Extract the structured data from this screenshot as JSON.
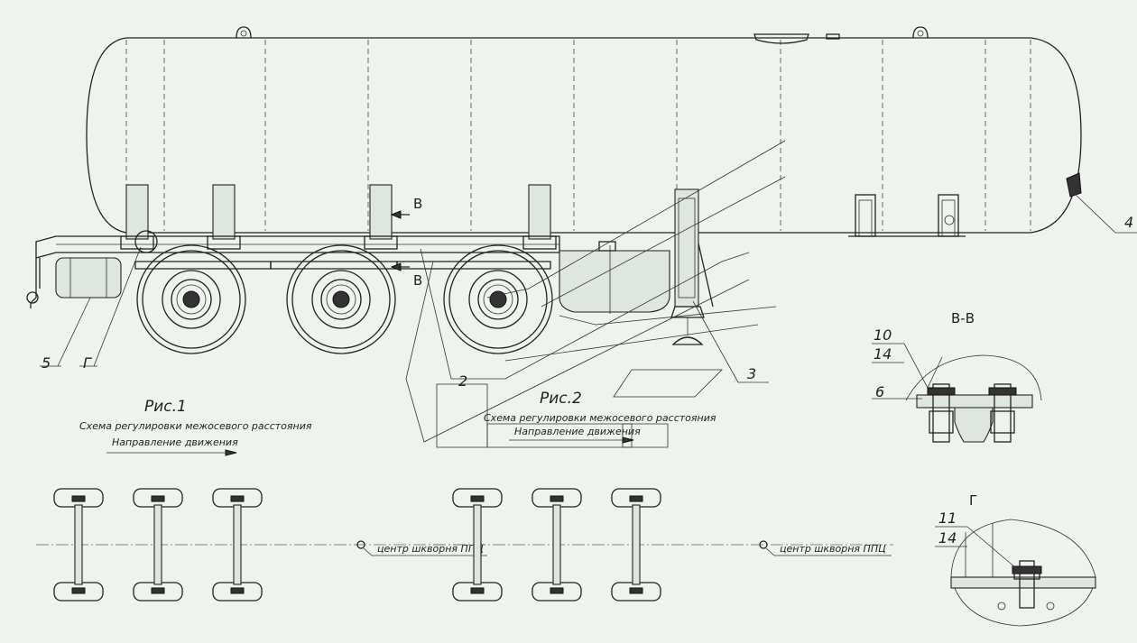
{
  "callouts": {
    "c2": "2",
    "c3": "3",
    "c4": "4",
    "c5": "5",
    "g": "Г",
    "b_top": "В",
    "b_bottom": "В"
  },
  "fig1": {
    "title": "Рис.1",
    "subtitle": "Схема регулировки межосевого расстояния",
    "direction": "Направление движения",
    "kingpin": "центр шкворня ППЦ"
  },
  "fig2": {
    "title": "Рис.2",
    "subtitle": "Схема регулировки межосевого расстояния",
    "direction": "Направление движения",
    "kingpin": "центр шкворня ППЦ"
  },
  "section_bb": {
    "title": "В-В",
    "l10": "10",
    "l14": "14",
    "l6": "6"
  },
  "section_g": {
    "title": "Г",
    "l11": "11",
    "l14": "14"
  },
  "colors": {
    "background": "#eef3ee",
    "line": "#222222"
  }
}
